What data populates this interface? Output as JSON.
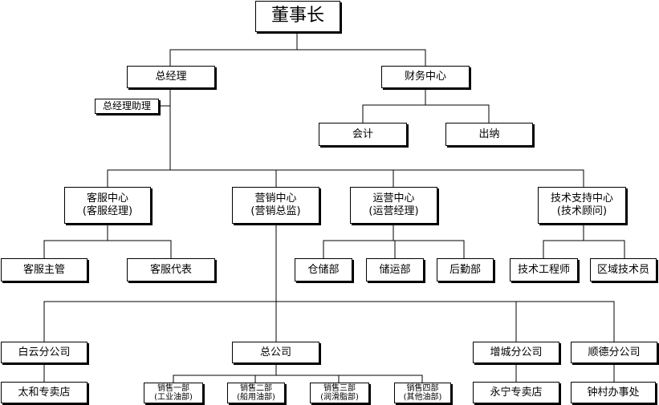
{
  "org": {
    "chairman": "董事长",
    "gm": "总经理",
    "gm_assistant": "总经理助理",
    "finance": "财务中心",
    "accountant": "会计",
    "cashier": "出纳",
    "cs_center": {
      "line1": "客服中心",
      "line2": "(客服经理)"
    },
    "sales_center": {
      "line1": "营销中心",
      "line2": "(营销总监)"
    },
    "ops_center": {
      "line1": "运营中心",
      "line2": "(运营经理)"
    },
    "tech_center": {
      "line1": "技术支持中心",
      "line2": "(技术顾问)"
    },
    "cs_supervisor": "客服主管",
    "cs_rep": "客服代表",
    "warehouse": "仓储部",
    "logistics": "储运部",
    "logistics_support": "后勤部",
    "tech_engineer": "技术工程师",
    "regional_tech": "区域技术员",
    "baiyun_branch": "白云分公司",
    "head_office": "总公司",
    "zengcheng_branch": "增城分公司",
    "shunde_branch": "顺德分公司",
    "taihe_store": "太和专卖店",
    "sales1": {
      "line1": "销售一部",
      "line2": "(工业油部)"
    },
    "sales2": {
      "line1": "销售二部",
      "line2": "(船用油部)"
    },
    "sales3": {
      "line1": "销售三部",
      "line2": "(润滑脂部)"
    },
    "sales4": {
      "line1": "销售四部",
      "line2": "(其他油部)"
    },
    "yongning_store": "永宁专卖店",
    "zhongcun_office": "钟村办事处"
  }
}
